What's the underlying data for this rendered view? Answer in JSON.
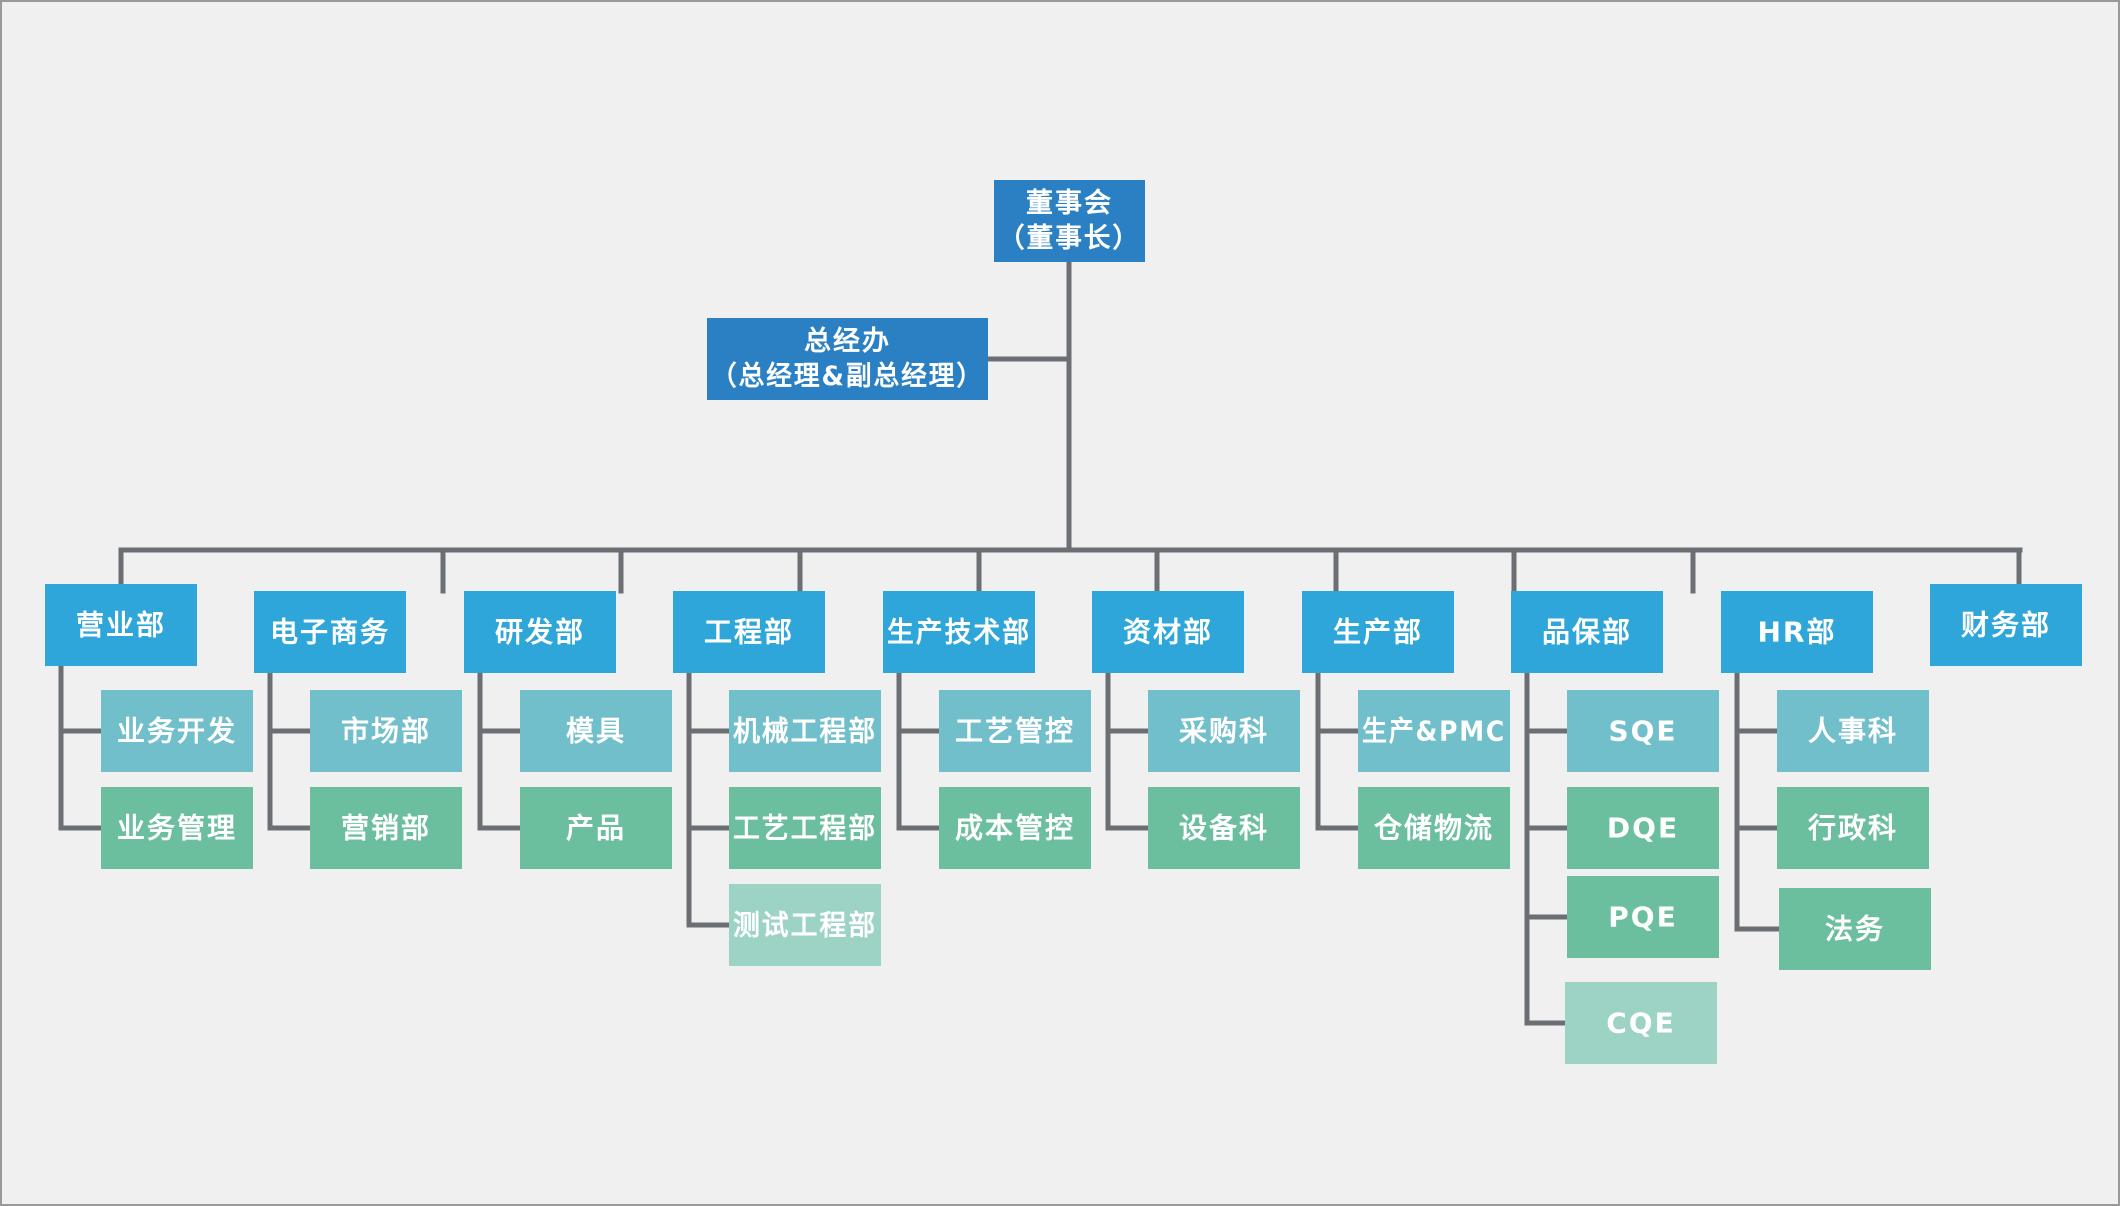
{
  "colors": {
    "background": "#f0f0f0",
    "frame": "#9a9a9a",
    "connector": "#6b6e73",
    "top_level": "#2a80c2",
    "department": "#2ea6da",
    "subunit_teal": "#72bfcc",
    "subunit_green": "#6bbf9f",
    "subunit_pale": "#9dd3c5"
  },
  "top": {
    "board": {
      "lines": [
        "董事会",
        "（董事长）"
      ]
    },
    "gm_office": {
      "lines": [
        "总经办",
        "（总经理&副总经理）"
      ]
    }
  },
  "departments": [
    {
      "name": "营业部",
      "subunits": [
        {
          "name": "业务开发",
          "shade": "teal"
        },
        {
          "name": "业务管理",
          "shade": "green"
        }
      ]
    },
    {
      "name": "电子商务",
      "subunits": [
        {
          "name": "市场部",
          "shade": "teal"
        },
        {
          "name": "营销部",
          "shade": "green"
        }
      ]
    },
    {
      "name": "研发部",
      "subunits": [
        {
          "name": "模具",
          "shade": "teal"
        },
        {
          "name": "产品",
          "shade": "green"
        }
      ]
    },
    {
      "name": "工程部",
      "subunits": [
        {
          "name": "机械工程部",
          "shade": "teal"
        },
        {
          "name": "工艺工程部",
          "shade": "green"
        },
        {
          "name": "测试工程部",
          "shade": "pale"
        }
      ]
    },
    {
      "name": "生产技术部",
      "subunits": [
        {
          "name": "工艺管控",
          "shade": "teal"
        },
        {
          "name": "成本管控",
          "shade": "green"
        }
      ]
    },
    {
      "name": "资材部",
      "subunits": [
        {
          "name": "采购科",
          "shade": "teal"
        },
        {
          "name": "设备科",
          "shade": "green"
        }
      ]
    },
    {
      "name": "生产部",
      "subunits": [
        {
          "name": "生产&PMC",
          "shade": "teal"
        },
        {
          "name": "仓储物流",
          "shade": "green"
        }
      ]
    },
    {
      "name": "品保部",
      "subunits": [
        {
          "name": "SQE",
          "shade": "teal"
        },
        {
          "name": "DQE",
          "shade": "green"
        },
        {
          "name": "PQE",
          "shade": "green"
        },
        {
          "name": "CQE",
          "shade": "pale"
        }
      ]
    },
    {
      "name": "HR部",
      "subunits": [
        {
          "name": "人事科",
          "shade": "teal"
        },
        {
          "name": "行政科",
          "shade": "green"
        },
        {
          "name": "法务",
          "shade": "green"
        }
      ]
    },
    {
      "name": "财务部",
      "subunits": []
    }
  ]
}
